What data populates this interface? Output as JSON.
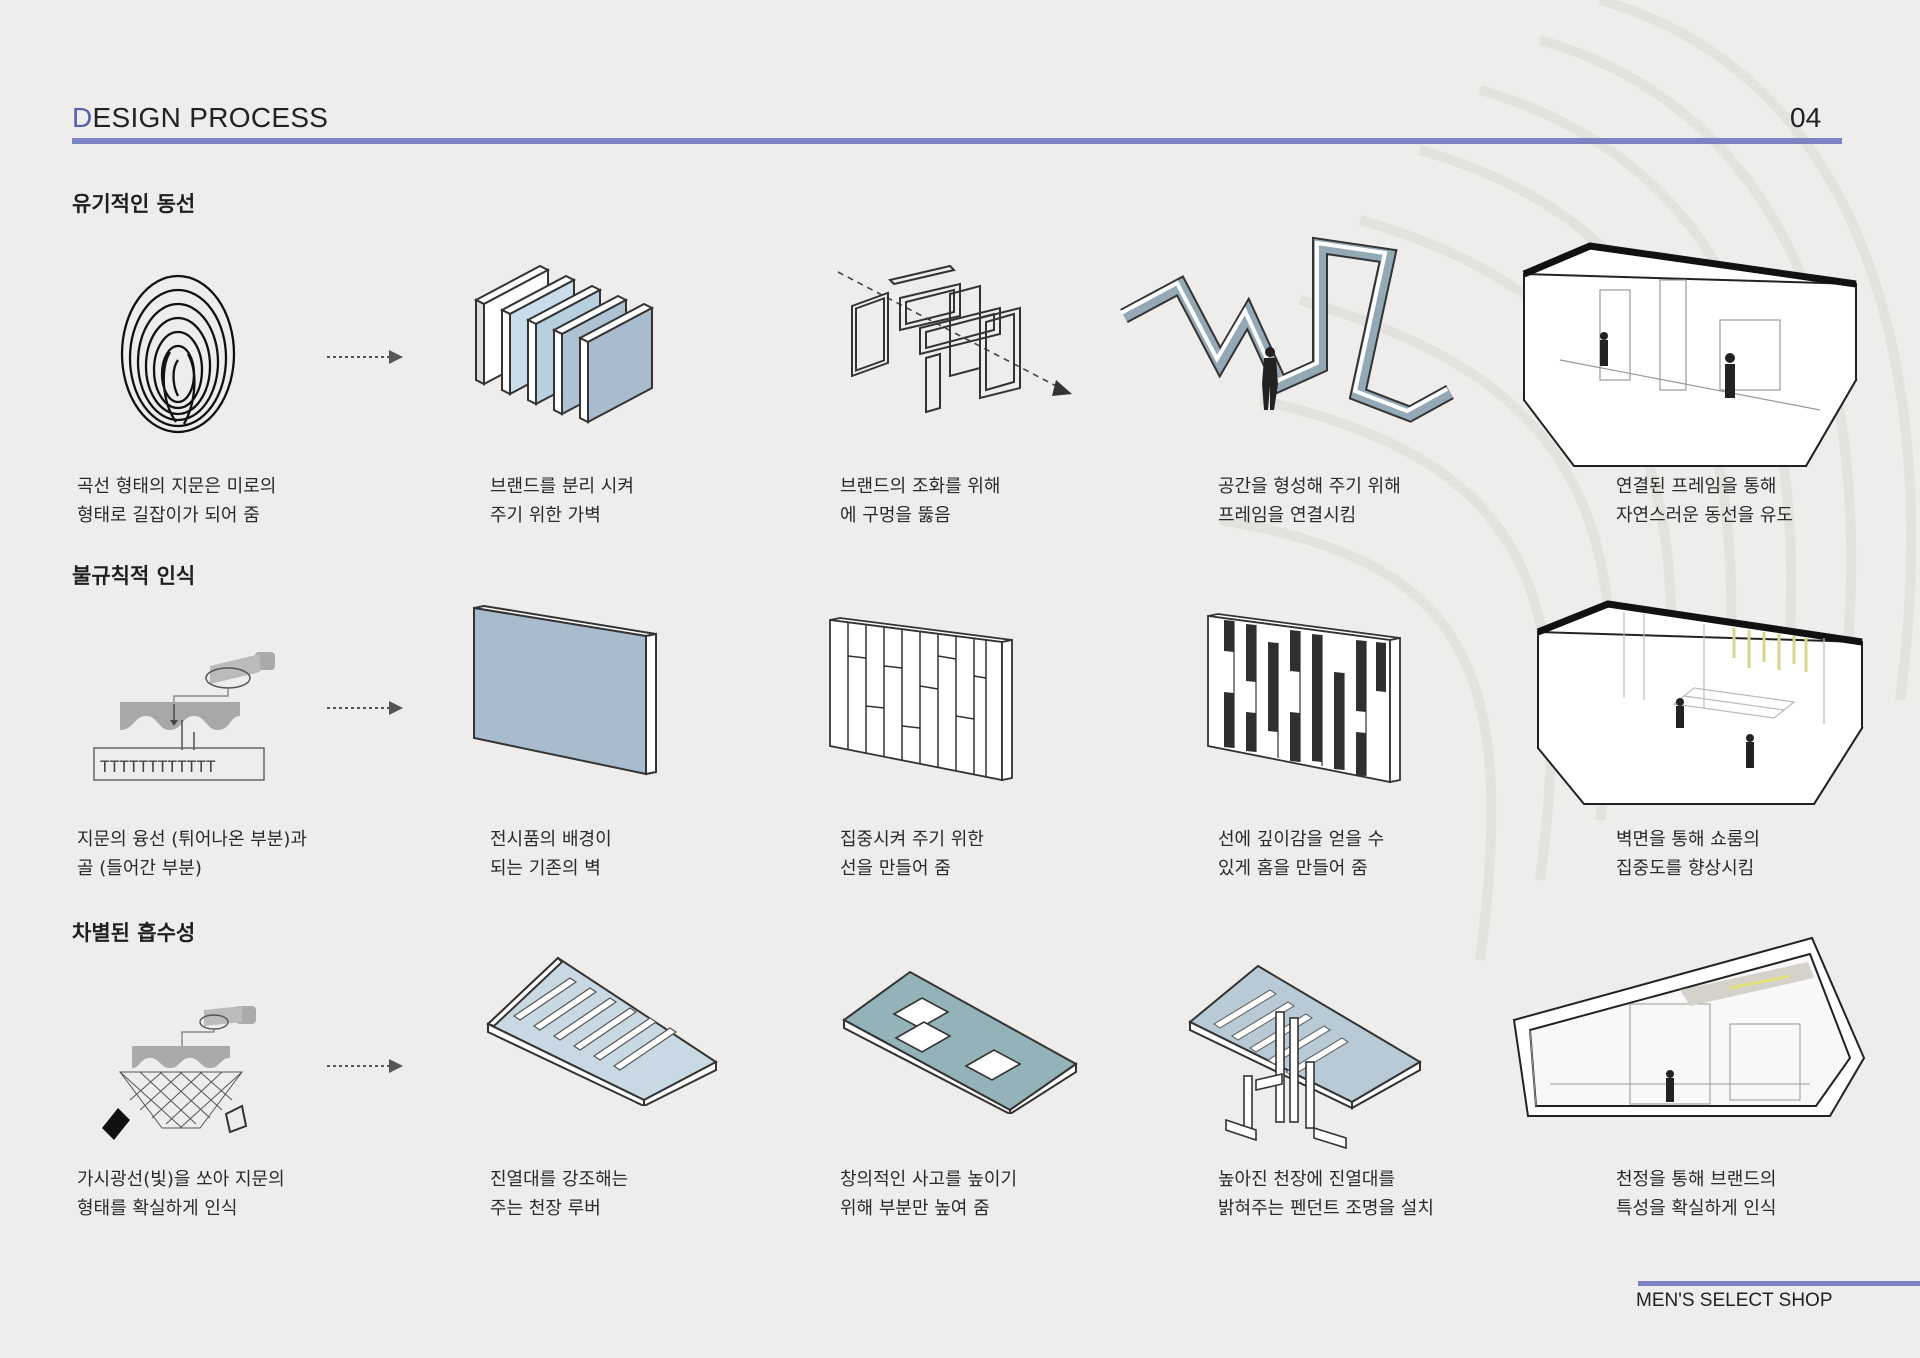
{
  "header": {
    "title_initial": "D",
    "title_rest": "ESIGN PROCESS",
    "page_number": "04"
  },
  "footer": {
    "label": "MEN'S SELECT SHOP"
  },
  "sections": [
    {
      "title": "유기적인 동선",
      "captions": [
        [
          "곡선 형태의 지문은 미로의",
          "형태로 길잡이가 되어 줌"
        ],
        [
          "브랜드를 분리 시켜",
          "주기 위한 가벽"
        ],
        [
          "브랜드의 조화를 위해",
          "에 구멍을 뚫음"
        ],
        [
          "공간을 형성해 주기 위해",
          "프레임을 연결시킴"
        ],
        [
          "연결된 프레임을 통해",
          "자연스러운 동선을 유도"
        ]
      ]
    },
    {
      "title": "불규칙적 인식",
      "captions": [
        [
          "지문의 융선 (튀어나온 부분)과",
          "골 (들어간 부분)"
        ],
        [
          "전시품의 배경이",
          "되는 기존의 벽"
        ],
        [
          "집중시켜 주기 위한",
          "선을 만들어 줌"
        ],
        [
          "선에 깊이감을 얻을 수",
          "있게 홈을 만들어 줌"
        ],
        [
          "벽면을 통해 쇼룸의",
          "집중도를 향상시킴"
        ]
      ]
    },
    {
      "title": "차별된 흡수성",
      "captions": [
        [
          "가시광선(빛)을 쏘아 지문의",
          "형태를 확실하게 인식"
        ],
        [
          "진열대를 강조해는",
          "주는 천장 루버"
        ],
        [
          "창의적인 사고를 높이기",
          "위해 부분만 높여 줌"
        ],
        [
          "높아진 천장에 진열대를",
          "밝혀주는 펜던트 조명을 설치"
        ],
        [
          "천정을 통해 브랜드의",
          "특성을 확실하게 인식"
        ]
      ]
    }
  ],
  "sensor_label": "TTTTTTTTTTTT",
  "colors": {
    "accent": "#7c83c2",
    "panel_blue": "#a9bccd",
    "panel_teal": "#93b3b9",
    "light_blue": "#c8dcec",
    "dark": "#2a2a2a",
    "background": "#eeedeb"
  }
}
